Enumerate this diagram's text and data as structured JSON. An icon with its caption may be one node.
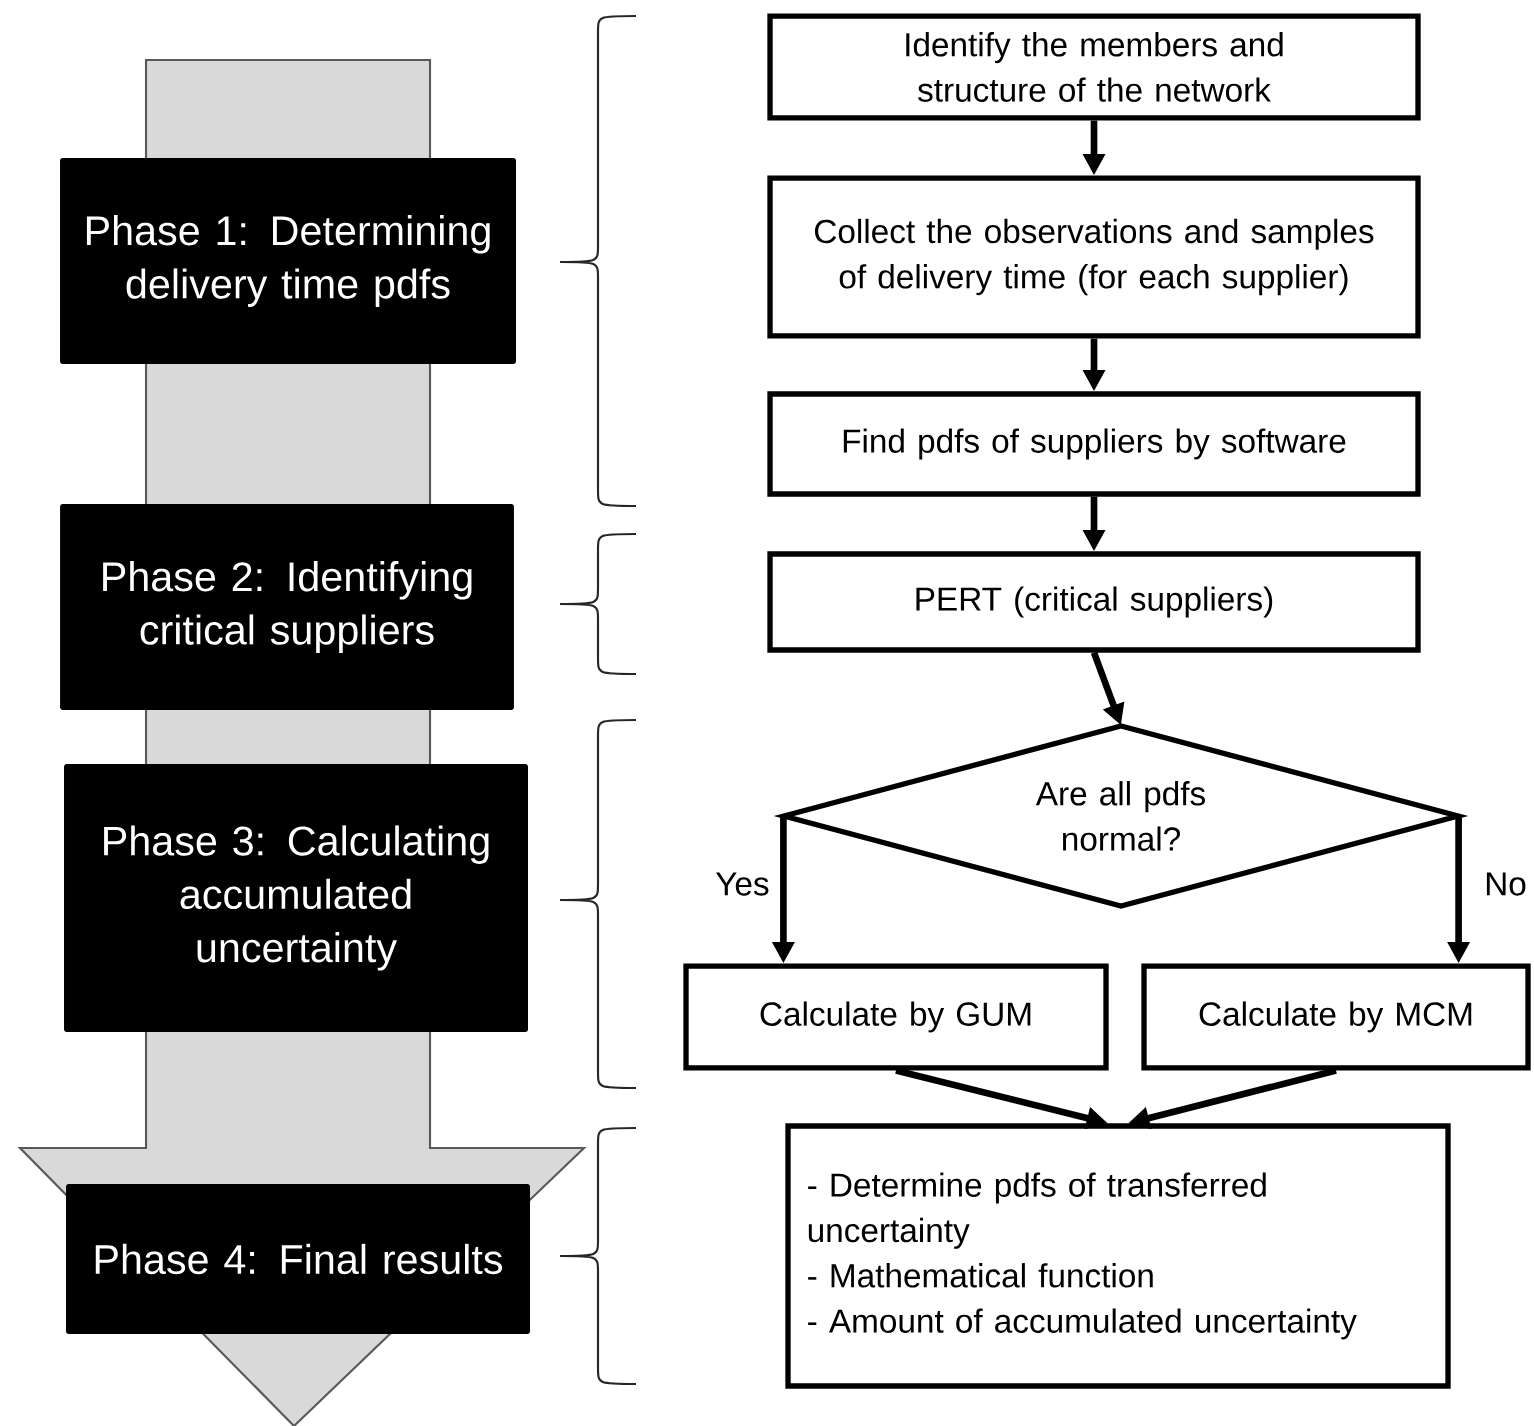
{
  "diagram": {
    "nodes": [
      {
        "text": [
          "Phase 1: Determining delivery time pdfs"
        ]
      },
      {
        "text": [
          "Identify the members and structure of the network"
        ]
      },
      {
        "text": [
          "Collect the observations and samples of delivery time (for each supplier)"
        ]
      },
      {
        "text": [
          "Find pdfs of suppliers by software"
        ]
      },
      {
        "text": [
          "Phase 2: Identifying critical suppliers"
        ]
      },
      {
        "text": [
          "PERT (critical suppliers)"
        ]
      },
      {
        "text": [
          "Phase 3: Calculating accumulated uncertainty"
        ]
      },
      {
        "text": [
          "Are all pdfs normal?"
        ]
      },
      {
        "text": [
          "Calculate by GUM"
        ]
      },
      {
        "text": [
          "Calculate by MCM"
        ]
      },
      {
        "text": [
          "Phase 4: Final results"
        ]
      },
      {
        "text": [
          "- Determine pdfs of transferred uncertainty",
          "- Mathematical function",
          "- Amount of accumulated uncertainty"
        ]
      }
    ],
    "edges": [
      {
        "from": 1,
        "to": 2,
        "arrow": "to"
      },
      {
        "from": 2,
        "to": 3,
        "arrow": "to"
      },
      {
        "from": 3,
        "to": 5,
        "arrow": "to"
      },
      {
        "from": 5,
        "to": 7,
        "arrow": "to"
      },
      {
        "from": 7,
        "to": 8,
        "arrow": "to",
        "label": "Yes"
      },
      {
        "from": 7,
        "to": 9,
        "arrow": "to",
        "label": "No"
      },
      {
        "from": 8,
        "to": 11,
        "arrow": "to"
      },
      {
        "from": 9,
        "to": 11,
        "arrow": "to"
      }
    ]
  }
}
